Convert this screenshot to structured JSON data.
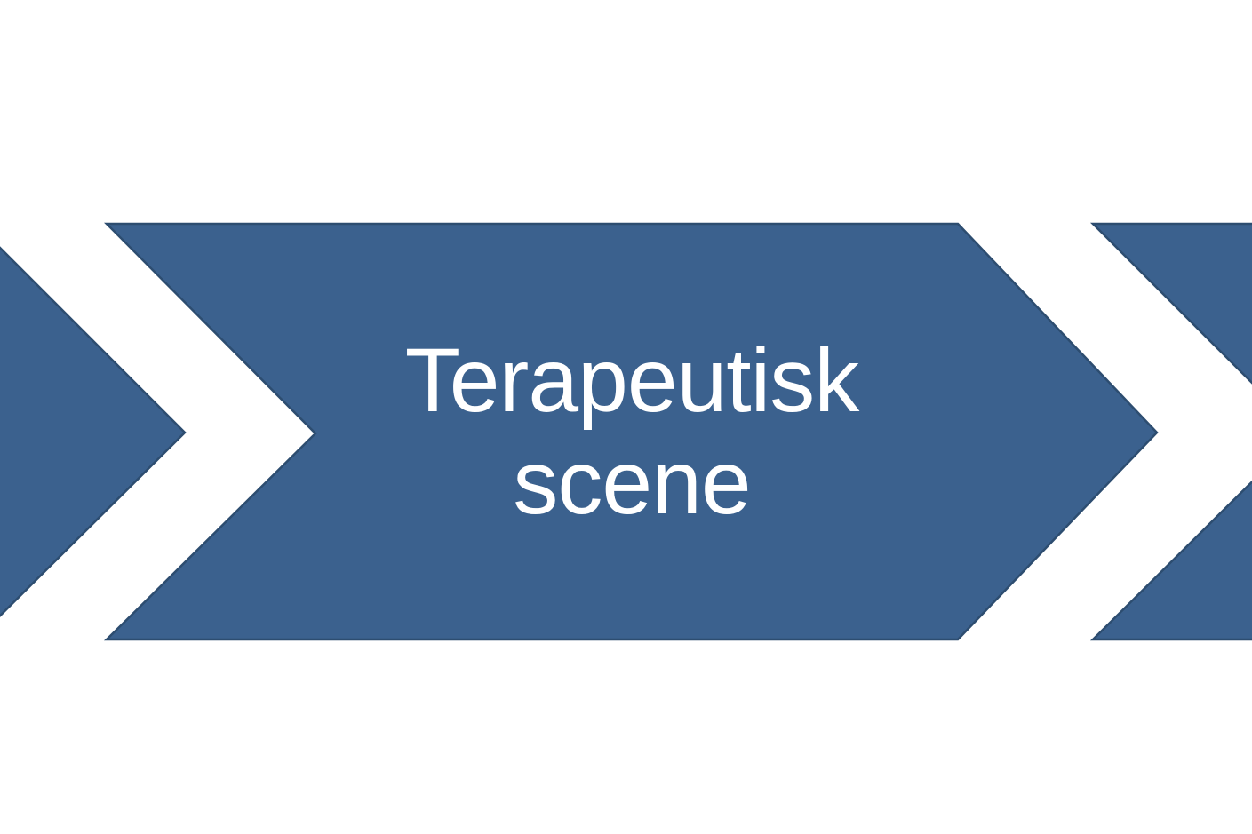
{
  "colors": {
    "background": "#ffffff",
    "chevron_fill": "#3B618E",
    "chevron_border": "#2D4D70",
    "text": "#ffffff"
  },
  "diagram": {
    "type": "chevron-process",
    "main_step": {
      "label": "Terapeutisk scene",
      "line1": "Terapeutisk",
      "line2": "scene"
    },
    "partial_steps": {
      "left": "tip of previous chevron, partially visible at left edge",
      "right": "notched start of next chevron, partially visible at right edge"
    }
  }
}
